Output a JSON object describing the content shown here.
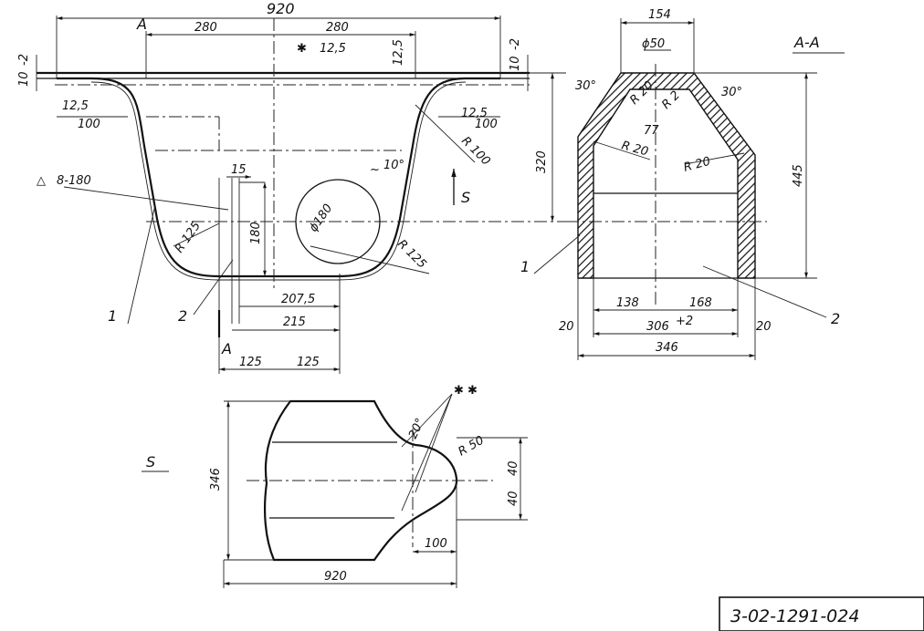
{
  "title_block": {
    "code": "3-02-1291-024"
  },
  "main_view": {
    "dims": {
      "overall_width": "920",
      "half_left": "280",
      "half_right": "280",
      "star_radius": "12,5",
      "star_mark": "✱",
      "r_top": "12,5",
      "left_gap": "10",
      "left_gap_tol": "-2",
      "right_gap": "10",
      "right_gap_tol": "-2",
      "r_left": "12,5",
      "r_right": "12,5",
      "flat_left": "100",
      "flat_right": "100",
      "r100": "R 100",
      "height_320": "320",
      "angle_10": "10°",
      "approx": "~",
      "weld": "8-180",
      "w15": "15",
      "h180": "180",
      "hole": "ϕ180",
      "r125_left": "R 125",
      "r125_right": "R 125",
      "d207": "207,5",
      "d215": "215",
      "d125_left": "125",
      "d125_right": "125",
      "section_mark_top": "A",
      "section_mark_bottom": "A",
      "view_arrow": "S",
      "part1": "1",
      "part2": "2"
    }
  },
  "section_view": {
    "title": "A-A",
    "dims": {
      "top_width": "154",
      "hole": "ϕ50",
      "ang_left": "30°",
      "ang_right": "30°",
      "r20_a": "R 20",
      "r2": "R 2",
      "d77": "77",
      "r20_b": "R 20",
      "r20_c": "R 20",
      "height_445": "445",
      "d138": "138",
      "d168": "168",
      "d306": "306",
      "d306_tol": "+2",
      "wall_left": "20",
      "wall_right": "20",
      "d346": "346",
      "part1": "1",
      "part2": "2"
    }
  },
  "view_s": {
    "title": "S",
    "dims": {
      "mark": "✱ ✱",
      "angle_20": "20°",
      "r50": "R 50",
      "d40_a": "40",
      "d40_b": "40",
      "height_346": "346",
      "d100": "100",
      "d920": "920"
    }
  }
}
